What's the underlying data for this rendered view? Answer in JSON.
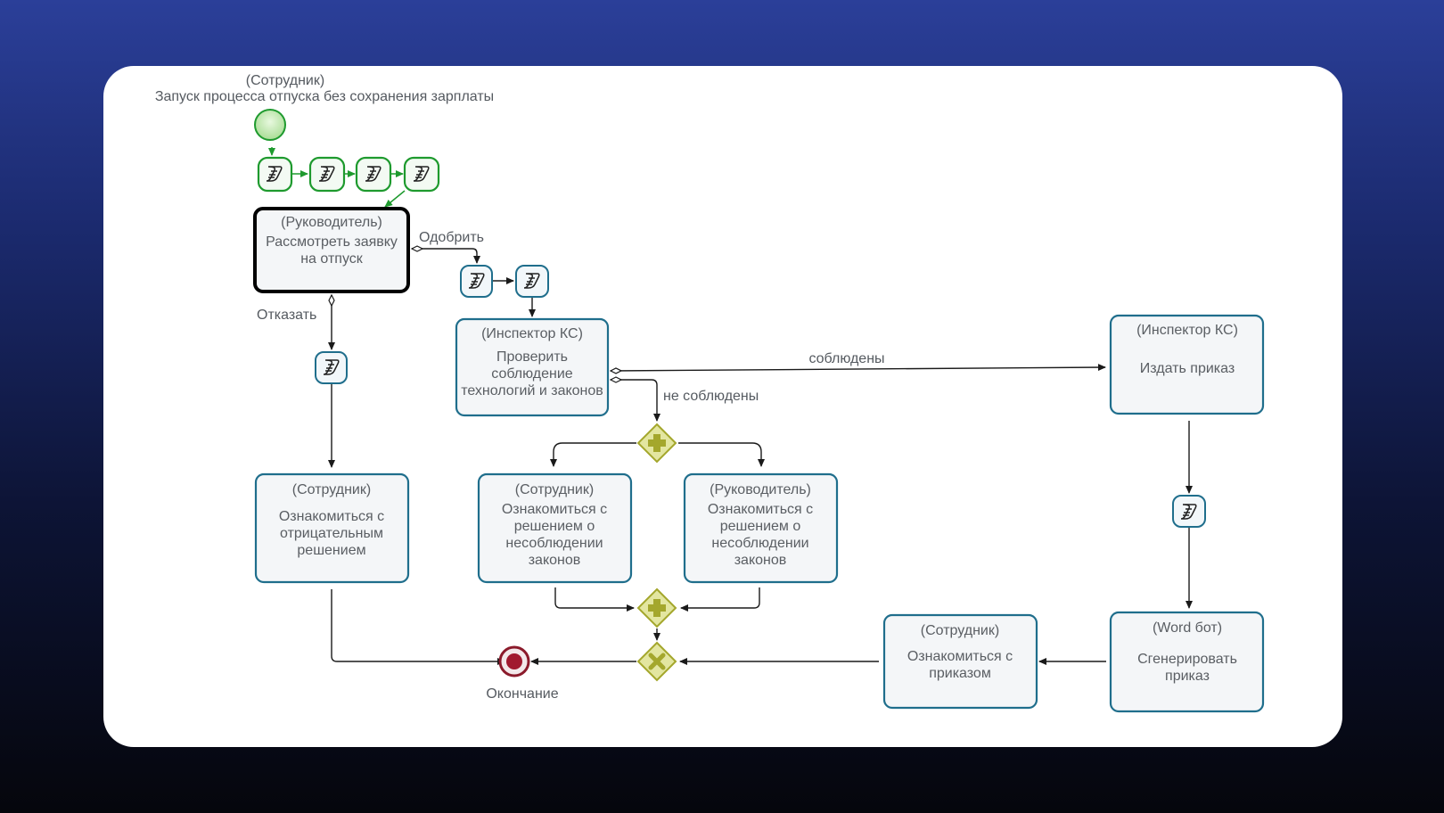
{
  "start_event": {
    "role": "(Сотрудник)",
    "label": "Запуск процесса отпуска без сохранения зарплаты"
  },
  "end_event": {
    "label": "Окончание"
  },
  "tasks": {
    "review": {
      "role": "(Руководитель)",
      "lines": [
        "Рассмотреть заявку",
        "на отпуск"
      ]
    },
    "check": {
      "role": "(Инспектор КС)",
      "lines": [
        "Проверить",
        "соблюдение",
        "технологий и законов"
      ]
    },
    "order": {
      "role": "(Инспектор КС)",
      "lines": [
        "Издать приказ"
      ]
    },
    "negative": {
      "role": "(Сотрудник)",
      "lines": [
        "Ознакомиться с",
        "отрицательным",
        "решением"
      ]
    },
    "emp_violation": {
      "role": "(Сотрудник)",
      "lines": [
        "Ознакомиться с",
        "решением о",
        "несоблюдении",
        "законов"
      ]
    },
    "mgr_violation": {
      "role": "(Руководитель)",
      "lines": [
        "Ознакомиться с",
        "решением о",
        "несоблюдении",
        "законов"
      ]
    },
    "generate": {
      "role": "(Word бот)",
      "lines": [
        "Сгенерировать",
        "приказ"
      ]
    },
    "read_order": {
      "role": "(Сотрудник)",
      "lines": [
        "Ознакомиться с",
        "приказом"
      ]
    }
  },
  "flow_labels": {
    "approve": "Одобрить",
    "reject": "Отказать",
    "complied": "соблюдены",
    "not_complied": "не соблюдены"
  },
  "colors": {
    "task_border": "#1f6e8c",
    "start_green": "#1e9a2e",
    "end_red": "#8b1a2b",
    "gateway_fill": "#e3e6a0",
    "gateway_stroke": "#a4a72c"
  },
  "icons": {
    "script_task": "script-icon",
    "parallel_gateway": "plus-icon",
    "exclusive_gateway": "x-icon"
  }
}
